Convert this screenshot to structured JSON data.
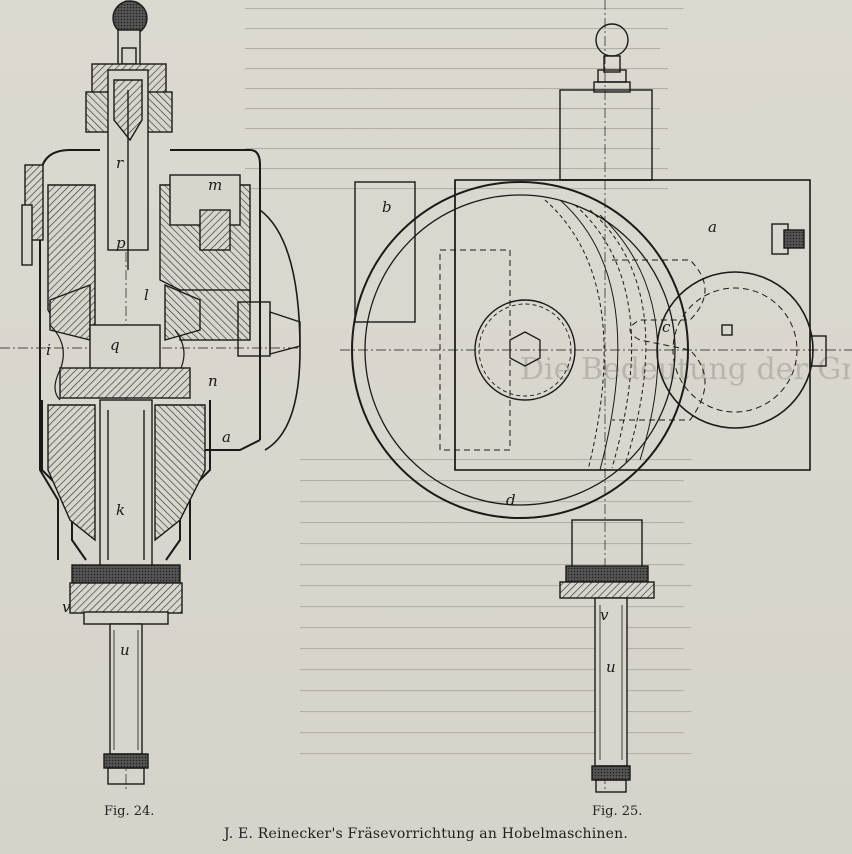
{
  "figure": {
    "left_caption": "Fig. 24.",
    "right_caption": "Fig. 25.",
    "main_caption": "J. E. Reinecker's Fräsevorrichtung an Hobelmaschinen."
  },
  "labels_left": {
    "r": "r",
    "m": "m",
    "p": "p",
    "l": "l",
    "i": "i",
    "q": "q",
    "n": "n",
    "a": "a",
    "k": "k",
    "v": "v",
    "u": "u"
  },
  "labels_right": {
    "b": "b",
    "a": "a",
    "c": "c",
    "d": "d",
    "v": "v",
    "u": "u"
  },
  "background": {
    "heading_fragment": "Die Bedeutung der Großgasmaschine"
  }
}
